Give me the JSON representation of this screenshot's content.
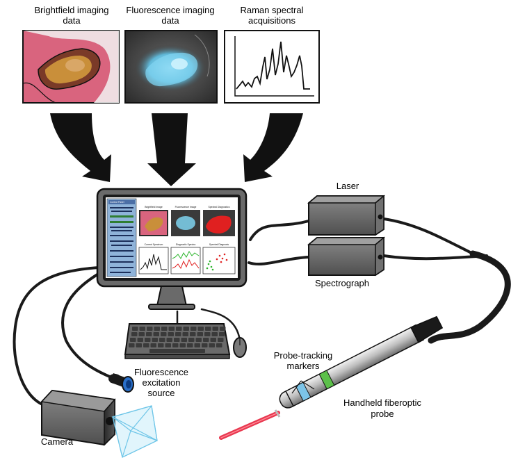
{
  "panels": {
    "brightfield": {
      "line1": "Brightfield imaging",
      "line2": "data"
    },
    "fluorescence": {
      "line1": "Fluorescence imaging",
      "line2": "data"
    },
    "raman": {
      "line1": "Raman spectral",
      "line2": "acquisitions"
    }
  },
  "devices": {
    "laser": "Laser",
    "spectrograph": "Spectrograph",
    "camera": "Camera",
    "excitation": {
      "line1": "Fluorescence",
      "line2": "excitation",
      "line3": "source"
    },
    "markers": {
      "line1": "Probe-tracking",
      "line2": "markers"
    },
    "probe": {
      "line1": "Handheld fiberoptic",
      "line2": "probe"
    }
  },
  "screen": {
    "sidebar_title": "Control Panel",
    "img_titles": [
      "Brightfield Image",
      "Fluorescence Image",
      "Spectral Diagnostics"
    ],
    "plot_titles": [
      "Current Spectrum",
      "Diagnostic Spectra",
      "Spectral Diagnosis"
    ]
  },
  "colors": {
    "tissue_pink": "#d9647e",
    "cell_orange": "#c98f3a",
    "fluor_blue": "#7fd3f0",
    "marker_blue": "#7cc4e8",
    "marker_green": "#5cc04a",
    "laser_red": "#e8384f",
    "device_gray": "#6a6a6a"
  }
}
